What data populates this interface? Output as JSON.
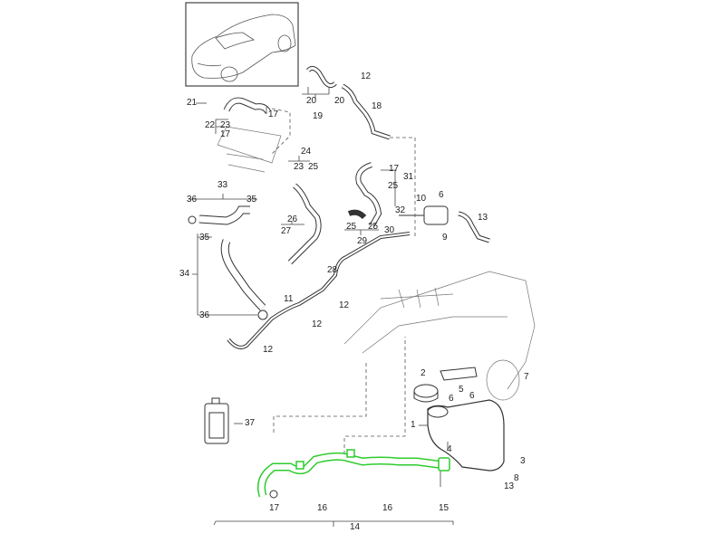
{
  "diagram": {
    "title": "Coolant hoses and expansion tank — exploded parts diagram",
    "highlight_color": "#2ecc2e",
    "line_color": "#333333",
    "thumbnail": {
      "subject": "vehicle overview (sedan)"
    },
    "callouts": [
      {
        "id": "c21",
        "text": "21"
      },
      {
        "id": "c17a",
        "text": "17"
      },
      {
        "id": "c22",
        "text": "22"
      },
      {
        "id": "c23a",
        "text": "23"
      },
      {
        "id": "c17b",
        "text": "17"
      },
      {
        "id": "c20a",
        "text": "20"
      },
      {
        "id": "c20b",
        "text": "20"
      },
      {
        "id": "c19",
        "text": "19"
      },
      {
        "id": "c12a",
        "text": "12"
      },
      {
        "id": "c18",
        "text": "18"
      },
      {
        "id": "c24",
        "text": "24"
      },
      {
        "id": "c23b",
        "text": "23"
      },
      {
        "id": "c25a",
        "text": "25"
      },
      {
        "id": "c17c",
        "text": "17"
      },
      {
        "id": "c31",
        "text": "31"
      },
      {
        "id": "c25b",
        "text": "25"
      },
      {
        "id": "c10",
        "text": "10"
      },
      {
        "id": "c6a",
        "text": "6"
      },
      {
        "id": "c32",
        "text": "32"
      },
      {
        "id": "c13a",
        "text": "13"
      },
      {
        "id": "c25c",
        "text": "25"
      },
      {
        "id": "c25d",
        "text": "25"
      },
      {
        "id": "c29",
        "text": "29"
      },
      {
        "id": "c30",
        "text": "30"
      },
      {
        "id": "c9",
        "text": "9"
      },
      {
        "id": "c33",
        "text": "33"
      },
      {
        "id": "c36a",
        "text": "36"
      },
      {
        "id": "c35a",
        "text": "35"
      },
      {
        "id": "c26",
        "text": "26"
      },
      {
        "id": "c27",
        "text": "27"
      },
      {
        "id": "c35b",
        "text": "35"
      },
      {
        "id": "c34",
        "text": "34"
      },
      {
        "id": "c28",
        "text": "28"
      },
      {
        "id": "c11",
        "text": "11"
      },
      {
        "id": "c12b",
        "text": "12"
      },
      {
        "id": "c12c",
        "text": "12"
      },
      {
        "id": "c36b",
        "text": "36"
      },
      {
        "id": "c12d",
        "text": "12"
      },
      {
        "id": "c2",
        "text": "2"
      },
      {
        "id": "c5",
        "text": "5"
      },
      {
        "id": "c7",
        "text": "7"
      },
      {
        "id": "c6b",
        "text": "6"
      },
      {
        "id": "c6c",
        "text": "6"
      },
      {
        "id": "c37",
        "text": "37"
      },
      {
        "id": "c1",
        "text": "1"
      },
      {
        "id": "c4",
        "text": "4"
      },
      {
        "id": "c3",
        "text": "3"
      },
      {
        "id": "c8",
        "text": "8"
      },
      {
        "id": "c13b",
        "text": "13"
      },
      {
        "id": "c17d",
        "text": "17"
      },
      {
        "id": "c16a",
        "text": "16"
      },
      {
        "id": "c16b",
        "text": "16"
      },
      {
        "id": "c15",
        "text": "15"
      },
      {
        "id": "c14",
        "text": "14"
      }
    ]
  }
}
